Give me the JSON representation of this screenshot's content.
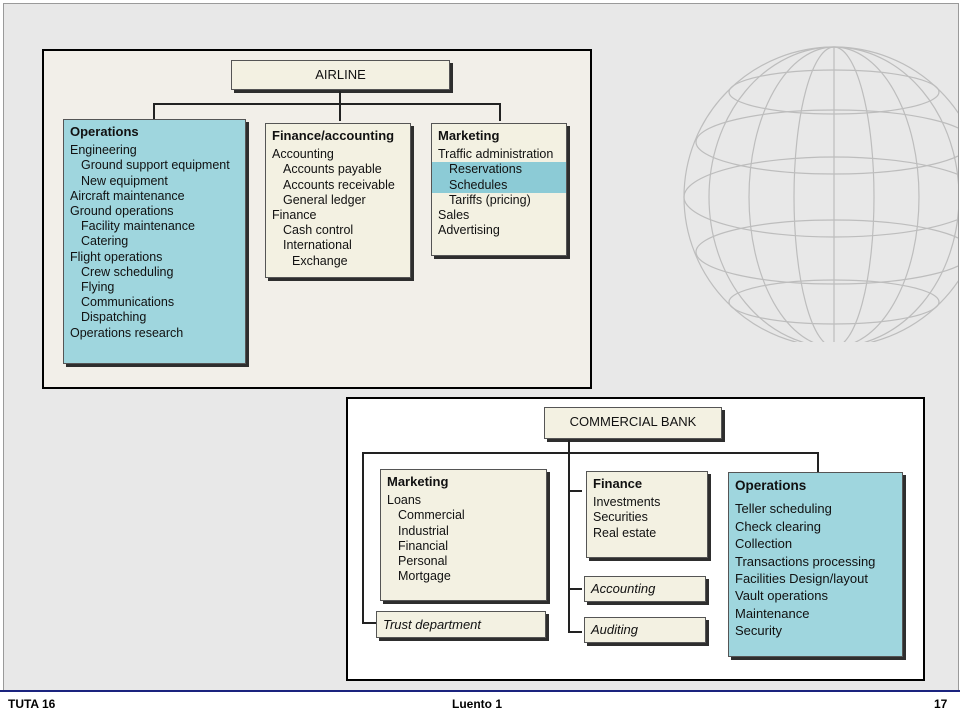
{
  "footer": {
    "left": "TUTA 16",
    "center": "Luento 1",
    "right": "17"
  },
  "airline": {
    "title": "AIRLINE",
    "operations": {
      "heading": "Operations",
      "lines": [
        {
          "text": "Engineering",
          "level": 0
        },
        {
          "text": "Ground support equipment",
          "level": 1
        },
        {
          "text": "New equipment",
          "level": 1
        },
        {
          "text": "Aircraft maintenance",
          "level": 0
        },
        {
          "text": "Ground operations",
          "level": 0
        },
        {
          "text": "Facility maintenance",
          "level": 1
        },
        {
          "text": "Catering",
          "level": 1
        },
        {
          "text": "Flight operations",
          "level": 0
        },
        {
          "text": "Crew scheduling",
          "level": 1
        },
        {
          "text": "Flying",
          "level": 1
        },
        {
          "text": "Communications",
          "level": 1
        },
        {
          "text": "Dispatching",
          "level": 1
        },
        {
          "text": "Operations research",
          "level": 0
        }
      ]
    },
    "finance": {
      "heading": "Finance/accounting",
      "lines": [
        {
          "text": "Accounting",
          "level": 0
        },
        {
          "text": "Accounts payable",
          "level": 1
        },
        {
          "text": "Accounts receivable",
          "level": 1
        },
        {
          "text": "General ledger",
          "level": 1
        },
        {
          "text": "Finance",
          "level": 0
        },
        {
          "text": "Cash control",
          "level": 1
        },
        {
          "text": "International",
          "level": 1
        },
        {
          "text": "Exchange",
          "level": 2
        }
      ]
    },
    "marketing": {
      "heading": "Marketing",
      "lines": [
        {
          "text": "Traffic administration",
          "level": 0
        },
        {
          "text": "Reservations",
          "level": 1,
          "highlight": true
        },
        {
          "text": "Schedules",
          "level": 1,
          "highlight": true
        },
        {
          "text": "Tariffs (pricing)",
          "level": 1
        },
        {
          "text": "Sales",
          "level": 0
        },
        {
          "text": "Advertising",
          "level": 0
        }
      ]
    }
  },
  "bank": {
    "title": "COMMERCIAL BANK",
    "marketing": {
      "heading": "Marketing",
      "lines": [
        {
          "text": "Loans",
          "level": 0
        },
        {
          "text": "Commercial",
          "level": 1
        },
        {
          "text": "Industrial",
          "level": 1
        },
        {
          "text": "Financial",
          "level": 1
        },
        {
          "text": "Personal",
          "level": 1
        },
        {
          "text": "Mortgage",
          "level": 1
        }
      ]
    },
    "trust": "Trust department",
    "finance": {
      "heading": "Finance",
      "lines": [
        {
          "text": "Investments",
          "level": 0
        },
        {
          "text": "Securities",
          "level": 0
        },
        {
          "text": "Real estate",
          "level": 0
        }
      ]
    },
    "accounting": "Accounting",
    "auditing": "Auditing",
    "operations": {
      "heading": "Operations",
      "lines": [
        {
          "text": "Teller scheduling",
          "level": 0
        },
        {
          "text": "Check clearing",
          "level": 0
        },
        {
          "text": "Collection",
          "level": 0
        },
        {
          "text": "Transactions processing",
          "level": 0
        },
        {
          "text": "Facilities Design/layout",
          "level": 0
        },
        {
          "text": "Vault operations",
          "level": 0
        },
        {
          "text": "Maintenance",
          "level": 0
        },
        {
          "text": "Security",
          "level": 0
        }
      ]
    }
  }
}
